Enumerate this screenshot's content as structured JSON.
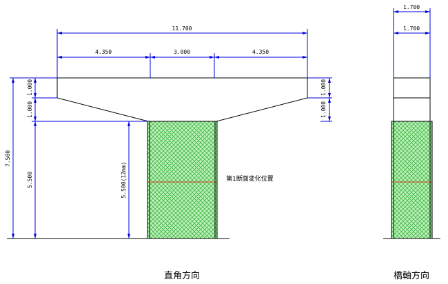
{
  "front_view": {
    "caption": "直角方向",
    "width_total": "11.700",
    "width_left": "4.350",
    "width_mid": "3.000",
    "width_right": "4.350",
    "height_total": "7.500",
    "height_pier": "5.500",
    "height_pier_detail": "5.500(12mm)",
    "height_cap_top": "1.000",
    "height_cap_bottom": "1.000",
    "height_cap_top_left": "1.000",
    "height_cap_bottom_left": "1.000",
    "section_change_label": "第1断面変化位置"
  },
  "side_view": {
    "caption": "橋軸方向",
    "width_top": "1.700",
    "width_bottom": "1.700"
  },
  "colors": {
    "dimension_line": "#0000e0",
    "outline": "#000000",
    "hatch_fill": "#b8f0b8",
    "hatch_line": "#1a9e1a",
    "section_line": "#d04020"
  }
}
